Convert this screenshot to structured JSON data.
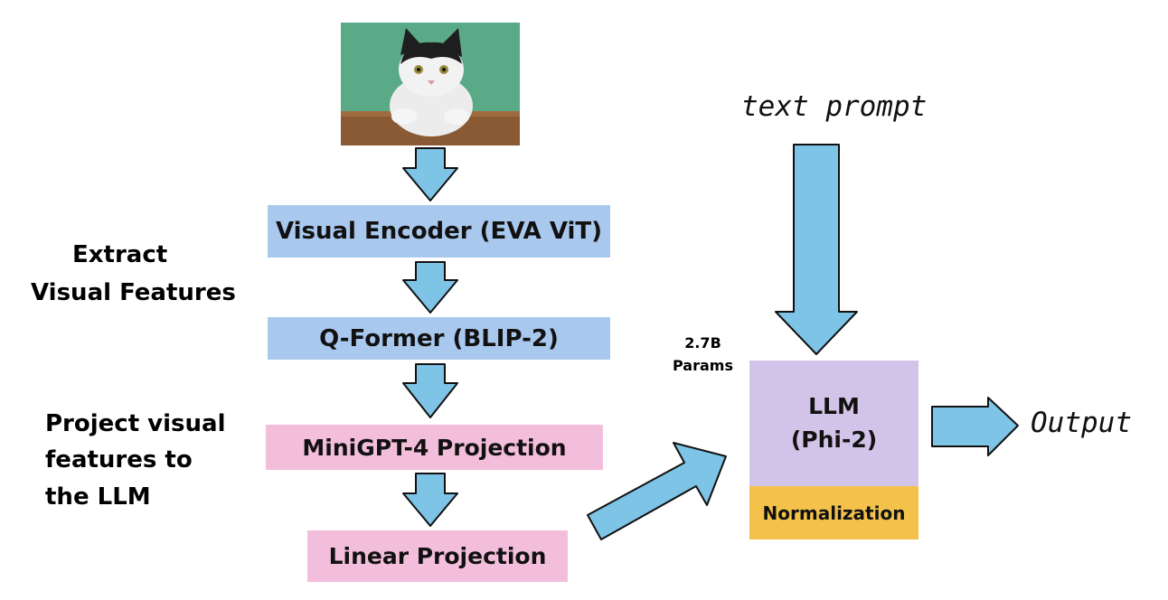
{
  "image": {
    "subject": "cat-photo"
  },
  "boxes": {
    "visual_encoder": "Visual Encoder (EVA ViT)",
    "q_former": "Q-Former (BLIP-2)",
    "minigpt_projection": "MiniGPT-4 Projection",
    "linear_projection": "Linear Projection",
    "llm_line1": "LLM",
    "llm_line2": "(Phi-2)",
    "normalization": "Normalization"
  },
  "labels": {
    "extract_line1": "Extract",
    "extract_line2": "Visual Features",
    "project_line1": "Project visual",
    "project_line2": "features to",
    "project_line3": "the LLM",
    "params_line1": "2.7B",
    "params_line2": "Params",
    "text_prompt": "text prompt",
    "output": "Output"
  },
  "colors": {
    "arrow": "#7ec4e6",
    "arrow_outline": "#111111",
    "blue_box": "#a9c8ee",
    "pink_box": "#f3bedb",
    "purple_box": "#d2c4e8",
    "yellow_box": "#f4c24a"
  }
}
